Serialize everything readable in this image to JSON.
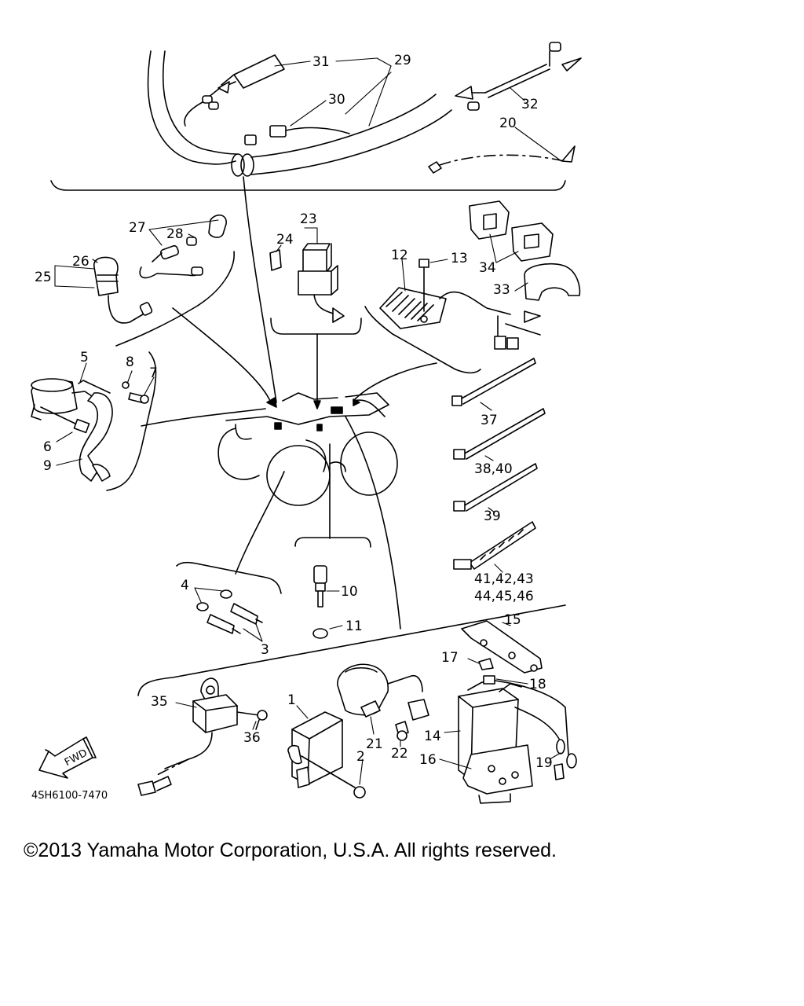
{
  "diagram": {
    "part_numbers": {
      "p1": "1",
      "p2": "2",
      "p3": "3",
      "p4": "4",
      "p5": "5",
      "p6": "6",
      "p7": "7",
      "p8": "8",
      "p9": "9",
      "p10": "10",
      "p11": "11",
      "p12": "12",
      "p13": "13",
      "p14": "14",
      "p15": "15",
      "p16": "16",
      "p17": "17",
      "p18": "18",
      "p19": "19",
      "p20": "20",
      "p21": "21",
      "p22": "22",
      "p23": "23",
      "p24": "24",
      "p25": "25",
      "p26": "26",
      "p27": "27",
      "p28": "28",
      "p29": "29",
      "p30": "30",
      "p31": "31",
      "p32": "32",
      "p33": "33",
      "p34": "34",
      "p35": "35",
      "p36": "36",
      "p37": "37",
      "p38_40": "38,40",
      "p39": "39",
      "p41_43": "41,42,43",
      "p44_46": "44,45,46"
    },
    "fwd_label": "FWD",
    "drawing_code": "4SH6100-7470"
  },
  "footer": {
    "copyright": "©2013 Yamaha Motor Corporation, U.S.A. All rights reserved."
  }
}
